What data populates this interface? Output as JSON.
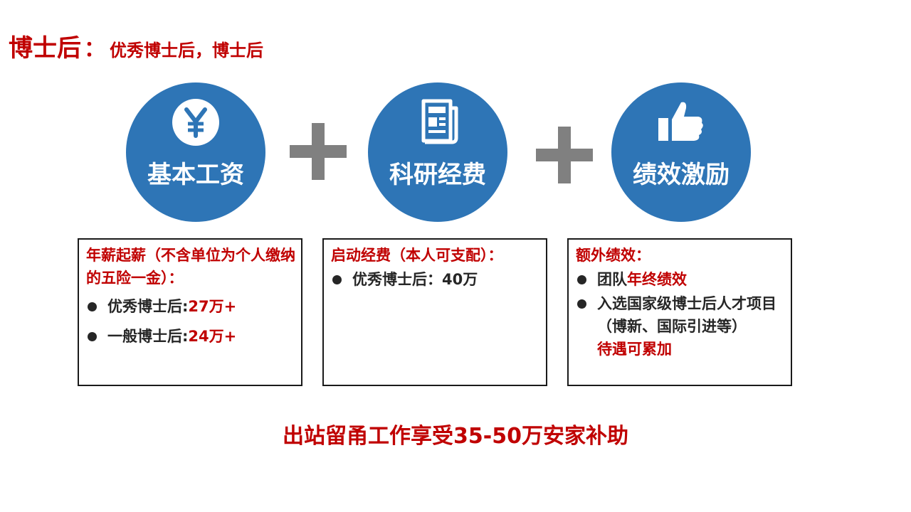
{
  "title": {
    "main": "博士后",
    "separator": "：",
    "subtitle": "优秀博士后，博士后"
  },
  "components": [
    {
      "label": "基本工资",
      "icon": "yen-icon"
    },
    {
      "label": "科研经费",
      "icon": "newspaper-icon"
    },
    {
      "label": "绩效激励",
      "icon": "thumbs-up-icon"
    }
  ],
  "boxes": {
    "salary": {
      "heading": "年薪起薪（不含单位为个人缴纳的五险一金）：",
      "items": [
        {
          "label": "优秀博士后:",
          "value": "27万+"
        },
        {
          "label": "一般博士后:",
          "value": "24万+"
        }
      ]
    },
    "funding": {
      "heading": "启动经费（本人可支配）：",
      "items": [
        {
          "label": "优秀博士后：40万"
        }
      ]
    },
    "performance": {
      "heading": "额外绩效：",
      "item1_prefix": "团队",
      "item1_red": "年终绩效",
      "item2_text": "入选国家级博士后人才项目（博新、国际引进等）",
      "item2_red": "待遇可累加"
    }
  },
  "footer": "出站留甬工作享受35-50万安家补助",
  "colors": {
    "accent_red": "#c00000",
    "circle_blue": "#2e75b6",
    "plus_gray": "#808080",
    "text_dark": "#262626"
  }
}
